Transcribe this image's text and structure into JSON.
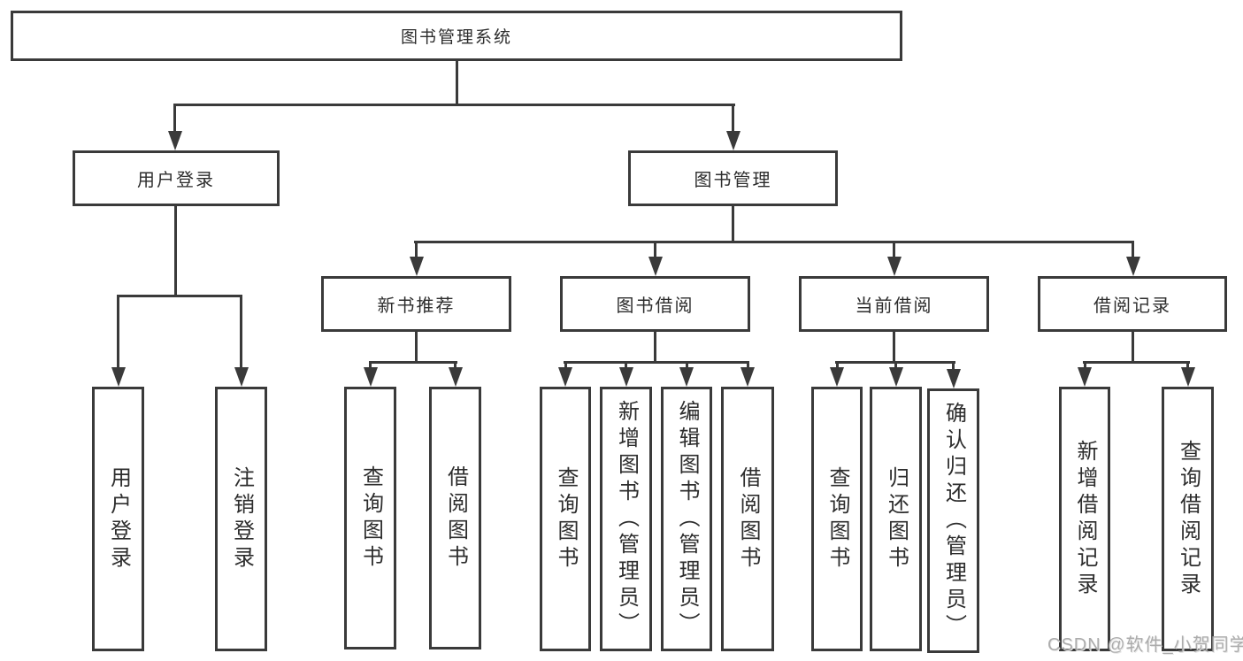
{
  "diagram": {
    "root": {
      "label": "图书管理系统"
    },
    "branches": [
      {
        "label": "用户登录",
        "children": [
          {
            "label": "用户登录"
          },
          {
            "label": "注销登录"
          }
        ]
      },
      {
        "label": "图书管理",
        "children": [
          {
            "label": "新书推荐",
            "children": [
              {
                "label": "查询图书"
              },
              {
                "label": "借阅图书"
              }
            ]
          },
          {
            "label": "图书借阅",
            "children": [
              {
                "label": "查询图书"
              },
              {
                "label": "新增图书（管理员）"
              },
              {
                "label": "编辑图书（管理员）"
              },
              {
                "label": "借阅图书"
              }
            ]
          },
          {
            "label": "当前借阅",
            "children": [
              {
                "label": "查询图书"
              },
              {
                "label": "归还图书"
              },
              {
                "label": "确认归还（管理员）"
              }
            ]
          },
          {
            "label": "借阅记录",
            "children": [
              {
                "label": "新增借阅记录"
              },
              {
                "label": "查询借阅记录"
              }
            ]
          }
        ]
      }
    ],
    "watermark": "CSDN @软件_小贺同学",
    "colors": {
      "line": "#3a3a3a",
      "text": "#2d2d2d",
      "watermark": "#a8a8a8",
      "background": "#ffffff"
    }
  }
}
